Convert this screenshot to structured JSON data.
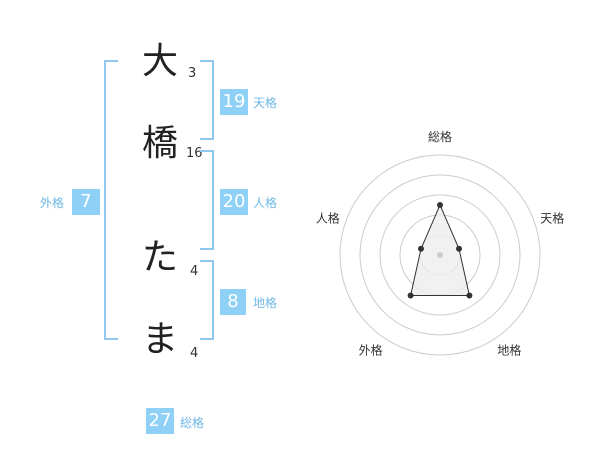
{
  "name": {
    "characters": [
      {
        "char": "大",
        "strokes": "3"
      },
      {
        "char": "橋",
        "strokes": "16"
      },
      {
        "char": "た",
        "strokes": "4"
      },
      {
        "char": "ま",
        "strokes": "4"
      }
    ]
  },
  "fortune": {
    "tenkaku": {
      "label": "天格",
      "value": "19"
    },
    "jinkaku": {
      "label": "人格",
      "value": "20"
    },
    "chikaku": {
      "label": "地格",
      "value": "8"
    },
    "gaikaku": {
      "label": "外格",
      "value": "7"
    },
    "soukaku": {
      "label": "総格",
      "value": "27"
    }
  },
  "chart_data": {
    "type": "radar",
    "axes": [
      "総格",
      "天格",
      "地格",
      "外格",
      "人格"
    ],
    "values": [
      0.5,
      0.2,
      0.5,
      0.5,
      0.2
    ],
    "rings": 5,
    "colors": {
      "ring": "#cccccc",
      "fill": "#eeeeee",
      "line": "#333333",
      "center": "#cccccc"
    }
  },
  "colors": {
    "bracket": "#8fc8ee",
    "badge": "#8fd0f6",
    "badge_label": "#6fb8e6"
  }
}
